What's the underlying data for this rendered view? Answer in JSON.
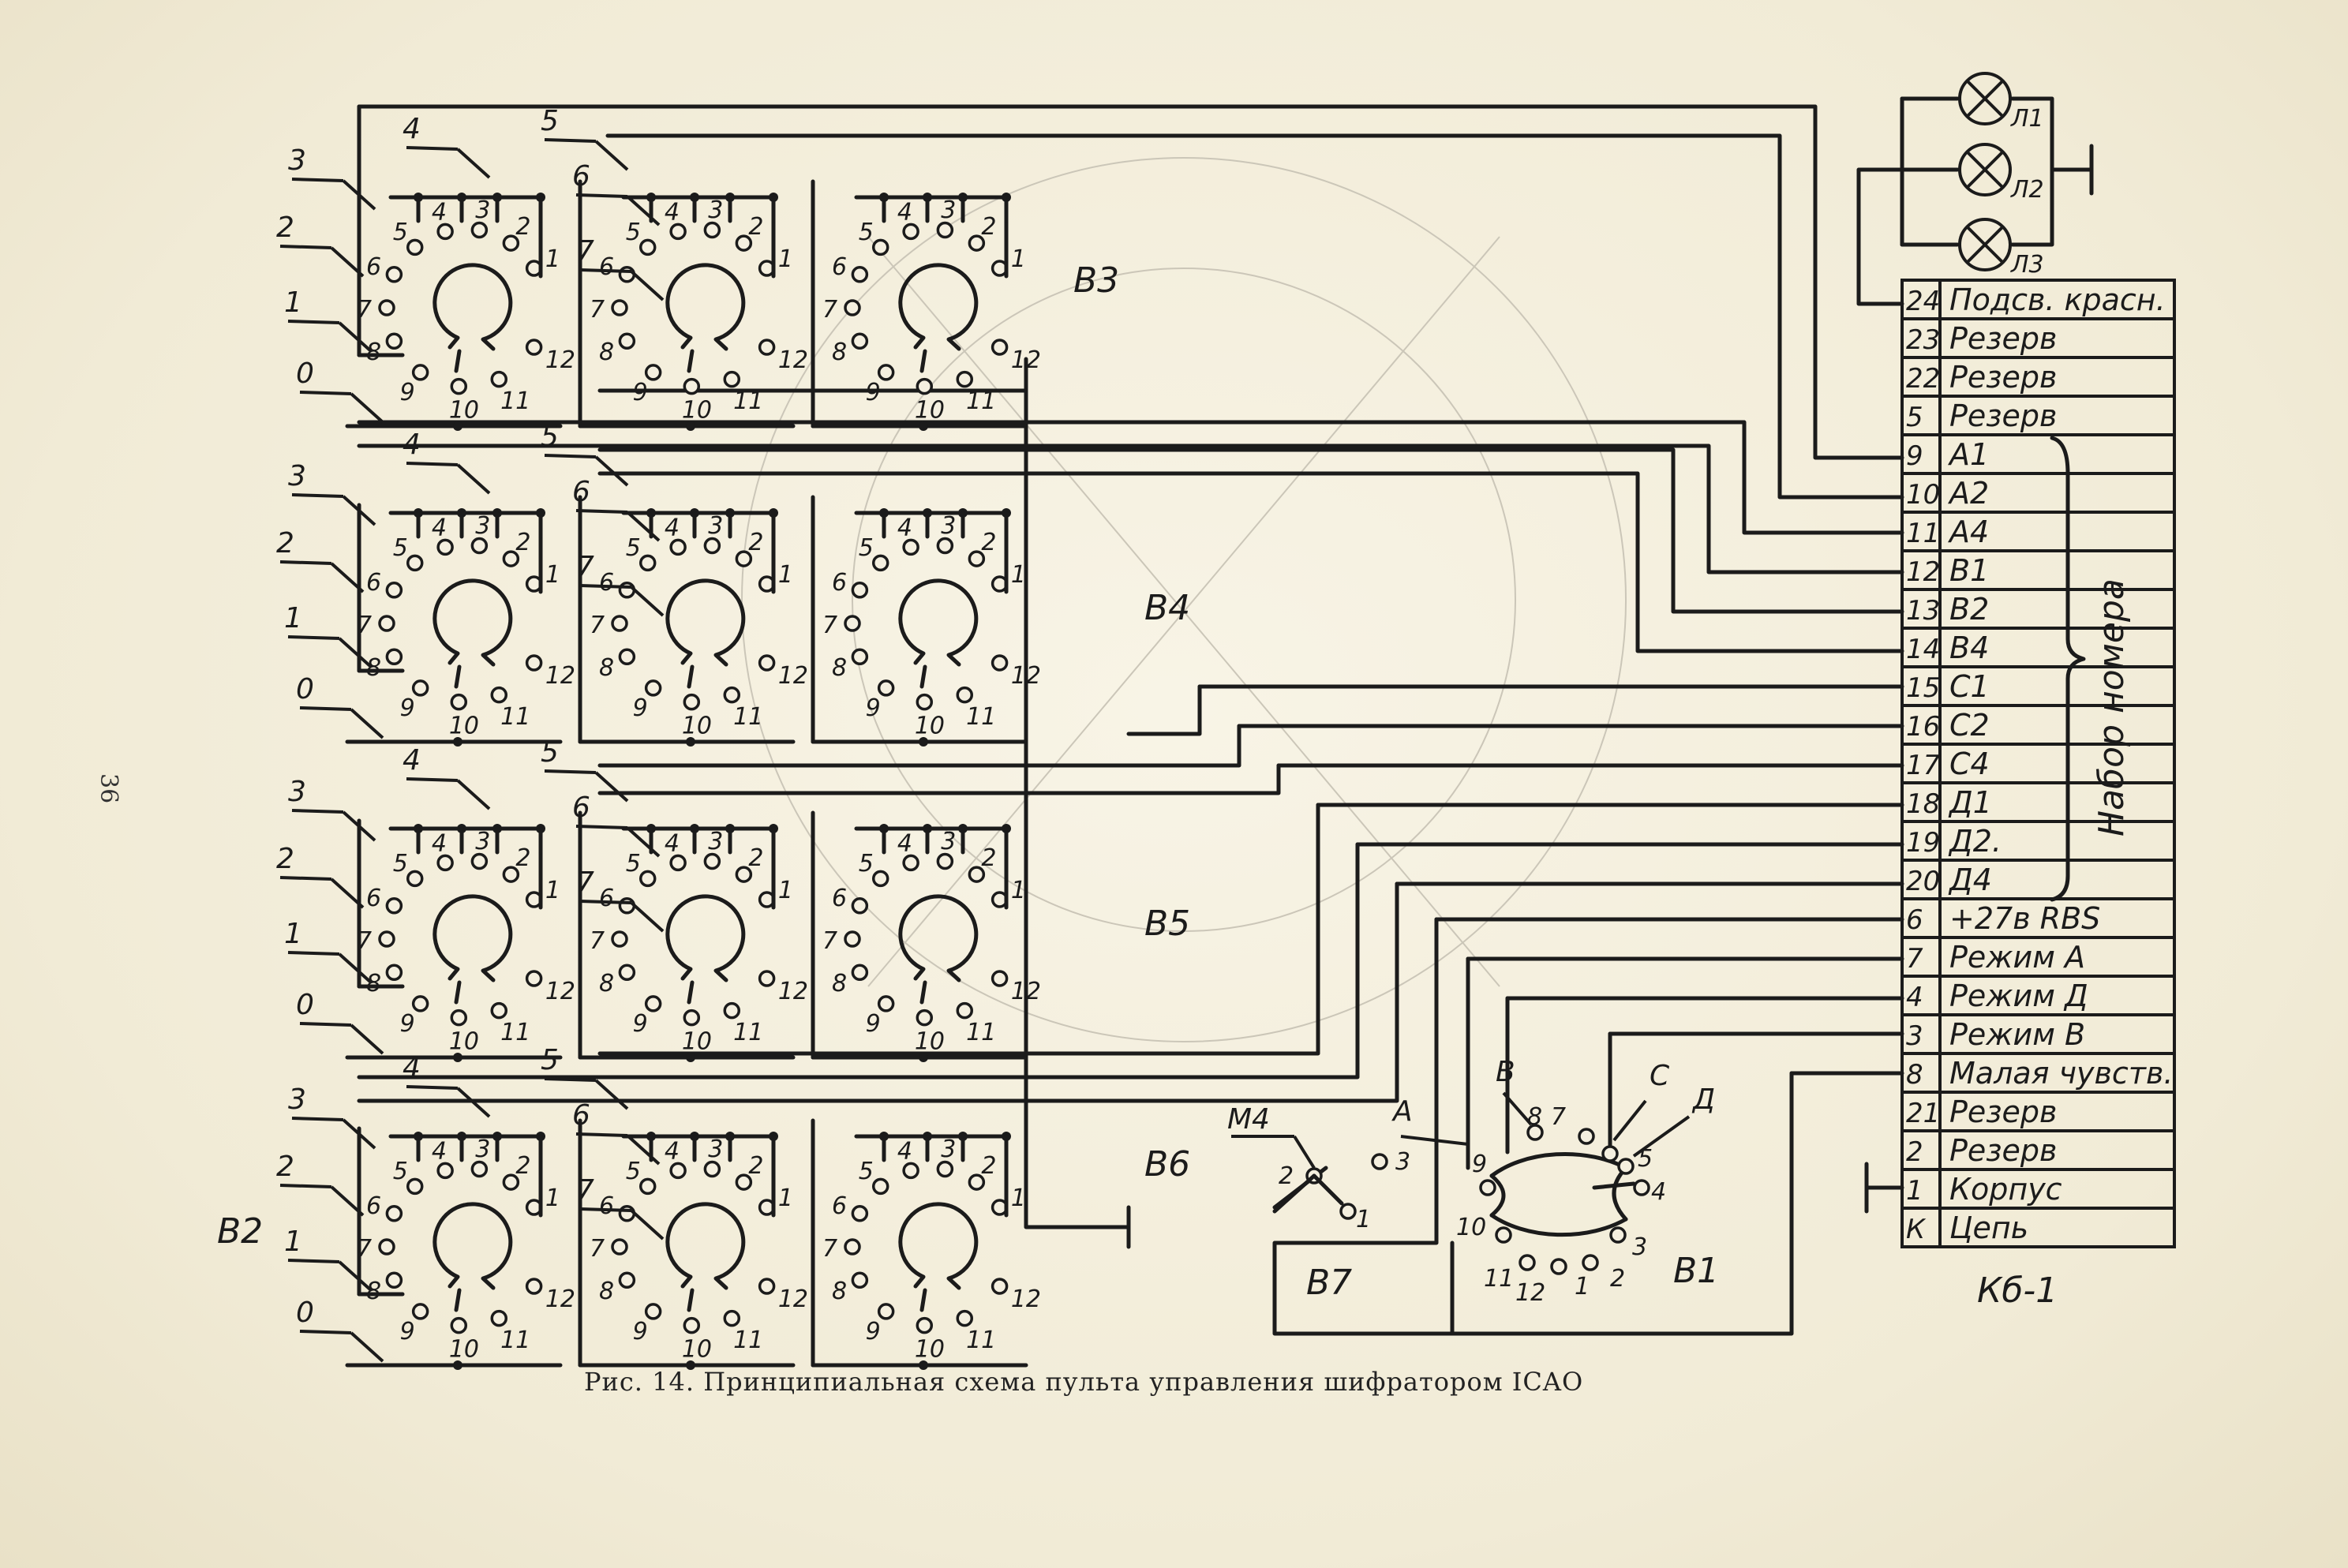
{
  "caption": "Рис. 14. Принципиальная схема пульта управления шифратором ICAO",
  "page_number": "36",
  "switches": {
    "b3": "В3",
    "b4": "В4",
    "b5": "В5",
    "b6": "В6",
    "b2": "В2",
    "b7": "В7",
    "b1": "В1"
  },
  "digit_labels": [
    "4",
    "5",
    "3",
    "6",
    "2",
    "7",
    "1",
    "0"
  ],
  "rotor_pins": [
    "1",
    "2",
    "3",
    "4",
    "5",
    "6",
    "7",
    "8",
    "9",
    "10",
    "11",
    "12"
  ],
  "b7_labels": {
    "m4": "М4",
    "p1": "1",
    "p2": "2",
    "p3": "3"
  },
  "b1_labels": {
    "a": "А",
    "b": "В",
    "c": "С",
    "d": "Д",
    "p7": "7",
    "p8": "8",
    "p9": "9",
    "p10": "10",
    "p11": "11",
    "p12": "12",
    "p1": "1",
    "p2": "2",
    "p3": "3",
    "p4": "4",
    "p5": "5"
  },
  "lamps": [
    "Л1",
    "Л2",
    "Л3"
  ],
  "connector": {
    "name": "Кб-1",
    "group_label": "Набор номера",
    "rows": [
      {
        "pin": "24",
        "label": "Подсв. красн."
      },
      {
        "pin": "23",
        "label": "Резерв"
      },
      {
        "pin": "22",
        "label": "Резерв"
      },
      {
        "pin": "5",
        "label": "Резерв"
      },
      {
        "pin": "9",
        "label": "А1"
      },
      {
        "pin": "10",
        "label": "А2"
      },
      {
        "pin": "11",
        "label": "А4"
      },
      {
        "pin": "12",
        "label": "В1"
      },
      {
        "pin": "13",
        "label": "В2"
      },
      {
        "pin": "14",
        "label": "В4"
      },
      {
        "pin": "15",
        "label": "С1"
      },
      {
        "pin": "16",
        "label": "С2"
      },
      {
        "pin": "17",
        "label": "С4"
      },
      {
        "pin": "18",
        "label": "Д1"
      },
      {
        "pin": "19",
        "label": "Д2."
      },
      {
        "pin": "20",
        "label": "Д4"
      },
      {
        "pin": "6",
        "label": "+27в RBS"
      },
      {
        "pin": "7",
        "label": "Режим А"
      },
      {
        "pin": "4",
        "label": "Режим Д"
      },
      {
        "pin": "3",
        "label": "Режим В"
      },
      {
        "pin": "8",
        "label": "Малая чувств."
      },
      {
        "pin": "21",
        "label": "Резерв"
      },
      {
        "pin": "2",
        "label": "Резерв"
      },
      {
        "pin": "1",
        "label": "Корпус"
      },
      {
        "pin": "К",
        "label": "Цепь"
      }
    ]
  }
}
